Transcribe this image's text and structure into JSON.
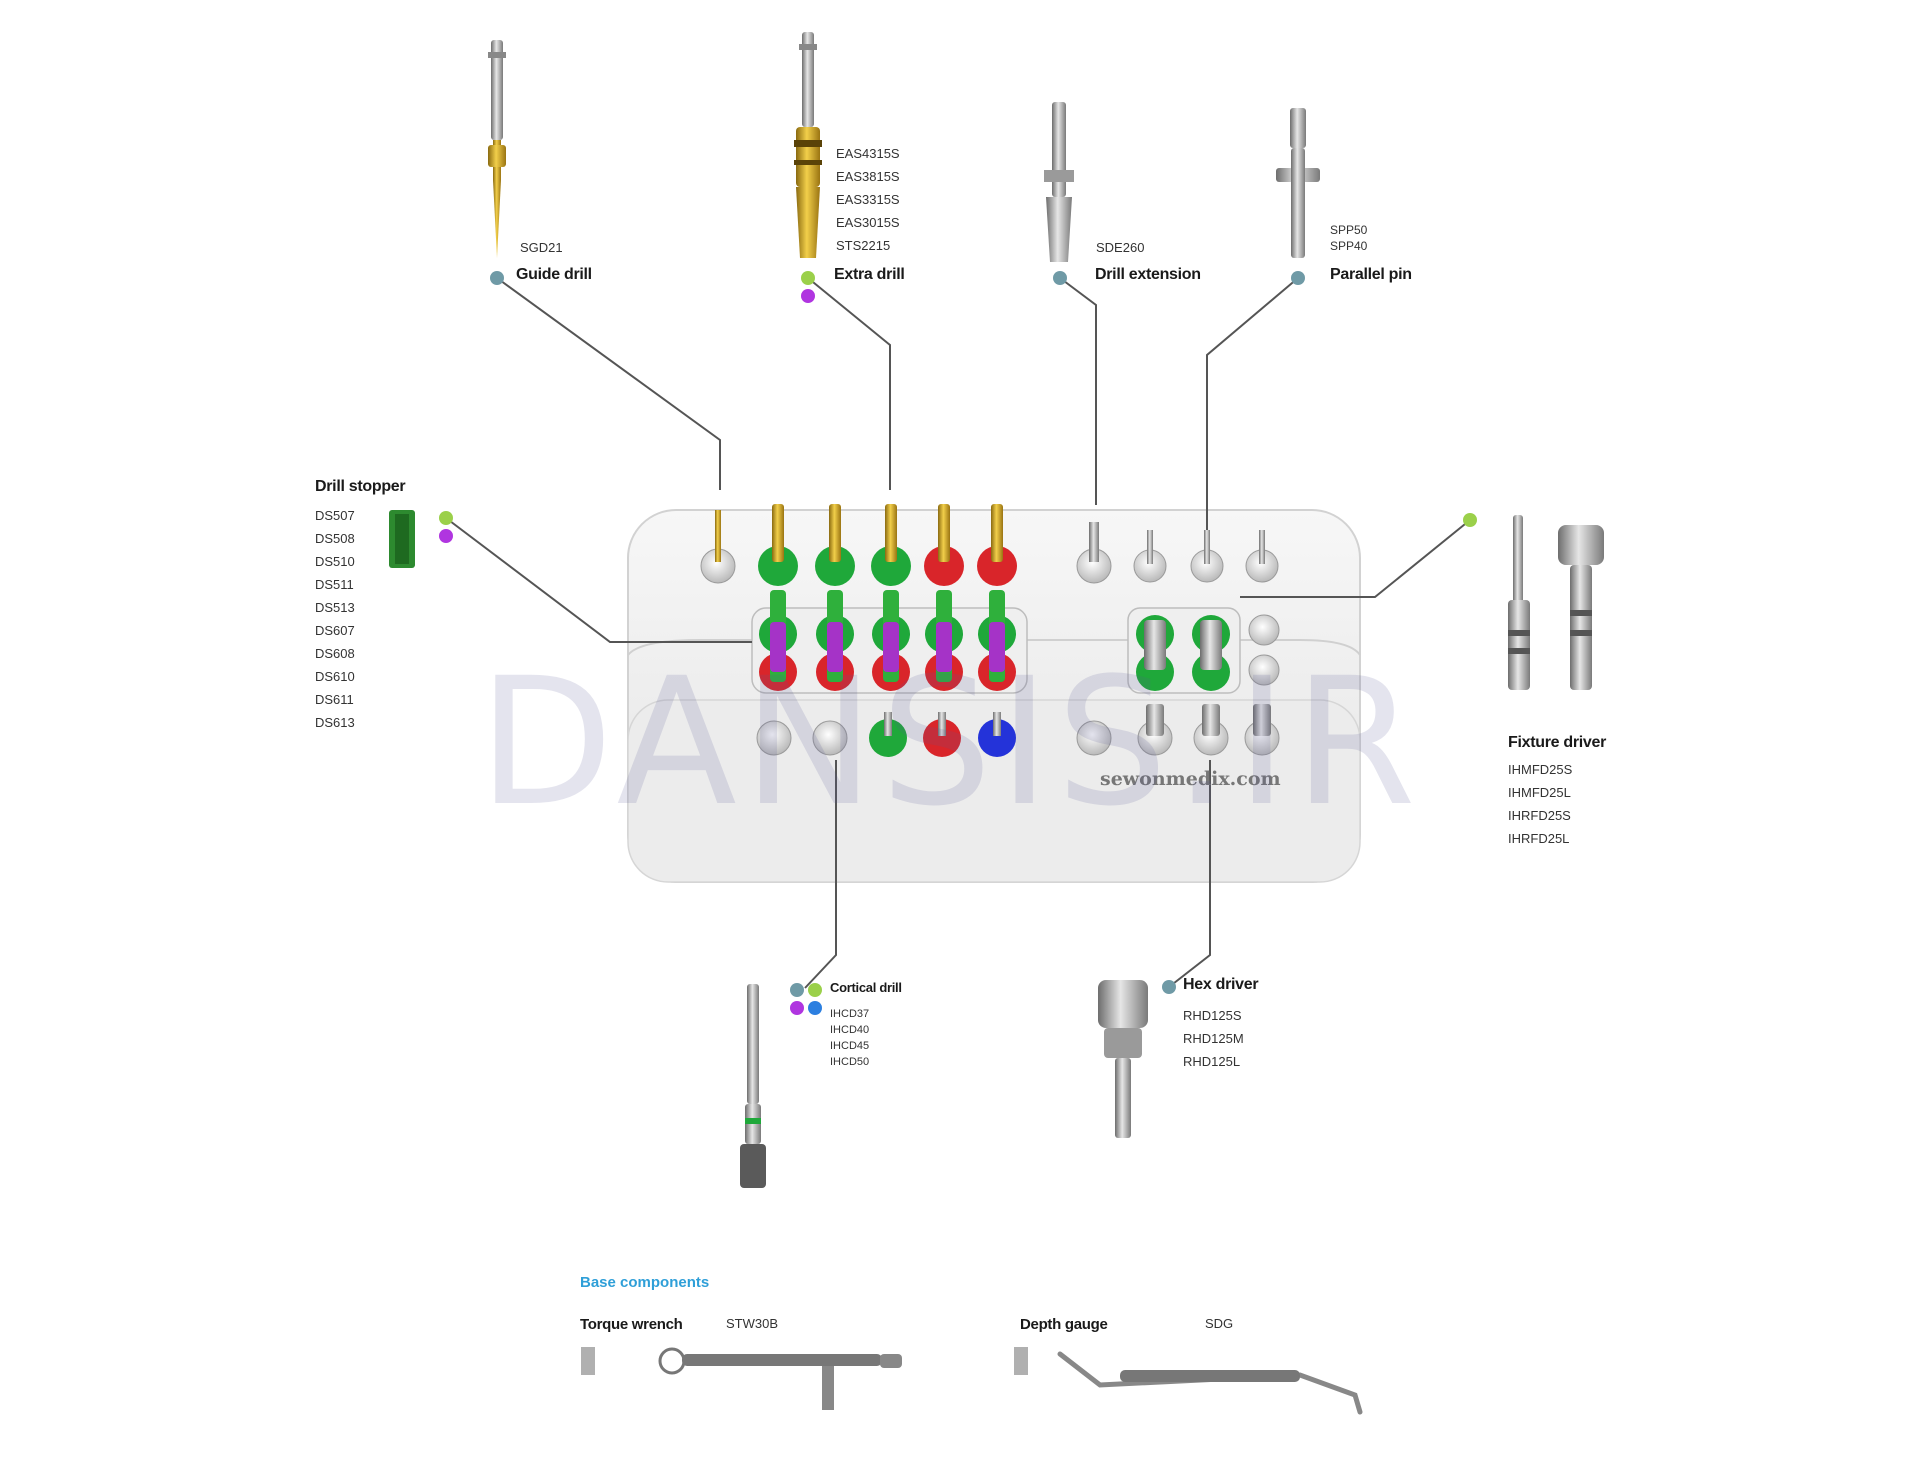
{
  "watermark": "DANSIS.IR",
  "kit_site": "sewonmedix.com",
  "colors": {
    "dot_teal": "#6f9aa6",
    "dot_lime": "#9bd04a",
    "dot_purple": "#b035e0",
    "dot_blue": "#2c7fe0",
    "base_title": "#2f9fd8"
  },
  "components": {
    "guide_drill": {
      "label": "Guide drill",
      "codes": [
        "SGD21"
      ]
    },
    "extra_drill": {
      "label": "Extra drill",
      "codes": [
        "EAS4315S",
        "EAS3815S",
        "EAS3315S",
        "EAS3015S",
        "STS2215"
      ]
    },
    "drill_extension": {
      "label": "Drill extension",
      "codes": [
        "SDE260"
      ]
    },
    "parallel_pin": {
      "label": "Parallel pin",
      "codes": [
        "SPP50",
        "SPP40"
      ]
    },
    "drill_stopper": {
      "label": "Drill stopper",
      "codes": [
        "DS507",
        "DS508",
        "DS510",
        "DS511",
        "DS513",
        "DS607",
        "DS608",
        "DS610",
        "DS611",
        "DS613"
      ]
    },
    "fixture_driver": {
      "label": "Fixture driver",
      "codes": [
        "IHMFD25S",
        "IHMFD25L",
        "IHRFD25S",
        "IHRFD25L"
      ]
    },
    "cortical_drill": {
      "label": "Cortical drill",
      "codes": [
        "IHCD37",
        "IHCD40",
        "IHCD45",
        "IHCD50"
      ]
    },
    "hex_driver": {
      "label": "Hex driver",
      "codes": [
        "RHD125S",
        "RHD125M",
        "RHD125L"
      ]
    }
  },
  "base_components": {
    "title": "Base components",
    "torque_wrench": {
      "label": "Torque wrench",
      "code": "STW30B"
    },
    "depth_gauge": {
      "label": "Depth gauge",
      "code": "SDG"
    }
  }
}
